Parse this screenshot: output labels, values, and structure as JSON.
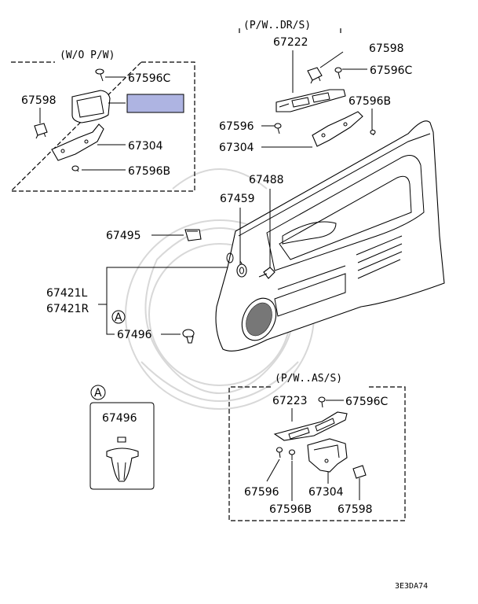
{
  "sections": {
    "wo_pw": "(W/O P/W)",
    "pw_dr": "(P/W..DR/S)",
    "pw_as": "(P/W..AS/S)"
  },
  "callout": "A",
  "parts": {
    "p67596C": "67596C",
    "p67598": "67598",
    "p67304": "67304",
    "p67596B": "67596B",
    "p67222": "67222",
    "p67596": "67596",
    "p67488": "67488",
    "p67459": "67459",
    "p67495": "67495",
    "p67421L": "67421L",
    "p67421R": "67421R",
    "p67496": "67496",
    "p67223": "67223"
  },
  "diagram_code": "3E3DA74",
  "colors": {
    "highlight": "#aeb4e2"
  }
}
